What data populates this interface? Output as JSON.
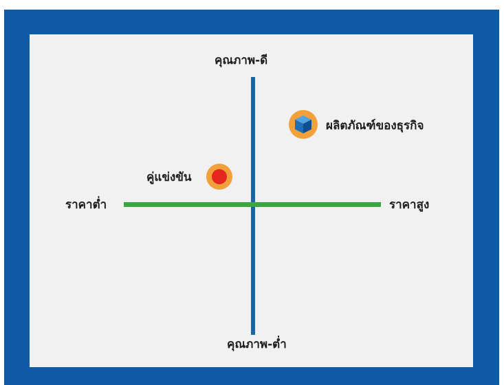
{
  "axes": {
    "top_label": "คุณภาพ-ดี",
    "bottom_label": "คุณภาพ-ต่ำ",
    "left_label": "ราคาต่ำ",
    "right_label": "ราคาสูง"
  },
  "points": {
    "product": {
      "label": "ผลิตภัณฑ์ของธุรกิจ",
      "icon": "cube-icon"
    },
    "competitor": {
      "label": "คู่แข่งขัน",
      "icon": "red-dot-icon"
    }
  },
  "colors": {
    "frame": "#0e5aa7",
    "panel": "#f1f1f1",
    "vertical_axis": "#1a64a8",
    "horizontal_axis": "#3da640",
    "marker_ring": "#f2a13a",
    "competitor_dot": "#e3261f"
  }
}
